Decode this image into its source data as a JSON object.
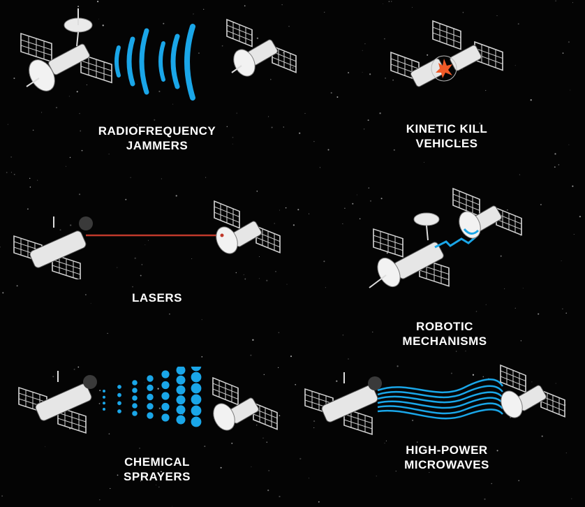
{
  "methods": [
    {
      "id": "rf-jammers",
      "lines": [
        "RADIOFREQUENCY",
        "JAMMERS"
      ]
    },
    {
      "id": "kinetic-kill",
      "lines": [
        "KINETIC KILL",
        "VEHICLES"
      ]
    },
    {
      "id": "lasers",
      "lines": [
        "LASERS"
      ]
    },
    {
      "id": "robotic",
      "lines": [
        "ROBOTIC",
        "MECHANISMS"
      ]
    },
    {
      "id": "chemical",
      "lines": [
        "CHEMICAL",
        "SPRAYERS"
      ]
    },
    {
      "id": "microwaves",
      "lines": [
        "HIGH-POWER",
        "MICROWAVES"
      ]
    }
  ],
  "colors": {
    "background": "#040404",
    "text": "#ffffff",
    "satellite_body": "#e6e6e6",
    "panel_grid": "#d6d6d6",
    "signal_blue": "#1aa6e8",
    "laser_red": "#c0392b",
    "impact_orange": "#f05a28"
  }
}
